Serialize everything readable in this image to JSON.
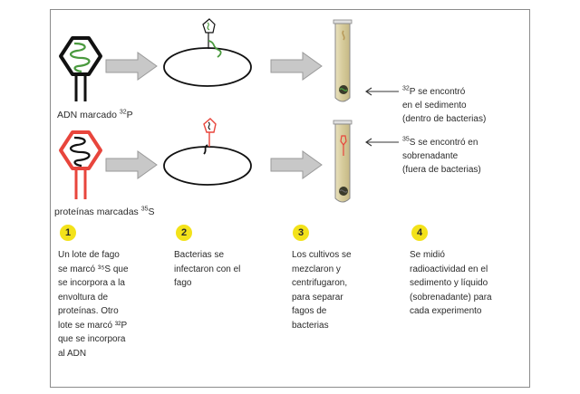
{
  "row1": {
    "label": "ADN marcado",
    "label_isotope": "32",
    "label_element": "P",
    "result_isotope": "32",
    "result_text": "P se encontró\nen el sedimento\n(dentro de bacterias)"
  },
  "row2": {
    "label": "proteínas marcadas",
    "label_isotope": "35",
    "label_element": "S",
    "result_isotope": "35",
    "result_text": "S se encontró en\nsobrenadante\n(fuera de bacterias)"
  },
  "steps": [
    {
      "number": "1",
      "text": "Un lote de fago\nse marcó ³⁵S que\nse incorpora a la\nenvoltura de\nproteínas. Otro\nlote se marcó ³²P\nque se incorpora\nal ADN"
    },
    {
      "number": "2",
      "text": "Bacterias se\ninfectaron con el\nfago"
    },
    {
      "number": "3",
      "text": "Los cultivos se\nmezclaron y\ncentrifugaron,\npara separar\nfagos de\nbacterias"
    },
    {
      "number": "4",
      "text": "Se midió\nradioactividad en el\nsedimento y líquido\n(sobrenadante) para\ncada experimento"
    }
  ],
  "colors": {
    "dna": "#4a9a3e",
    "protein": "#e8453c",
    "badge": "#f3e21a",
    "arrow": "#c8c8c8",
    "tube": "#d8cda0"
  }
}
